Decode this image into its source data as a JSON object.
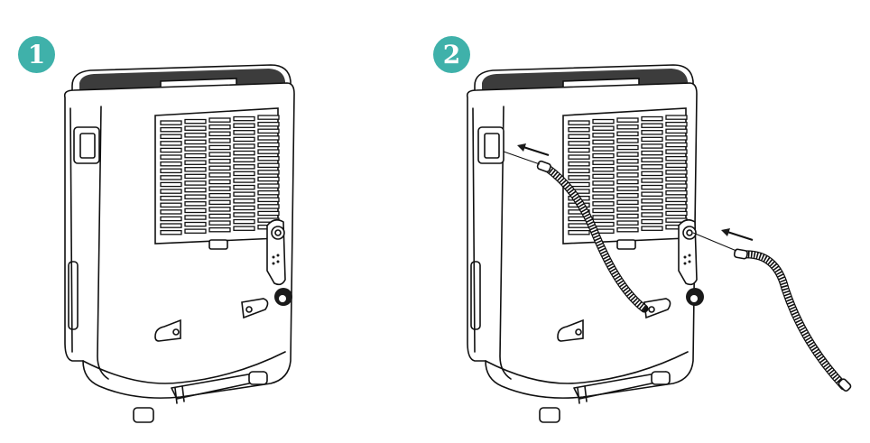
{
  "figure": {
    "description": "Dehumidifier continuous drain hose installation steps",
    "accent_color": "#3fb1aa",
    "steps": [
      {
        "number": "1",
        "label": "Unit rear view without hose"
      },
      {
        "number": "2",
        "label": "Insert hose through handle and attach to drain outlet",
        "arrows": 2
      }
    ]
  }
}
